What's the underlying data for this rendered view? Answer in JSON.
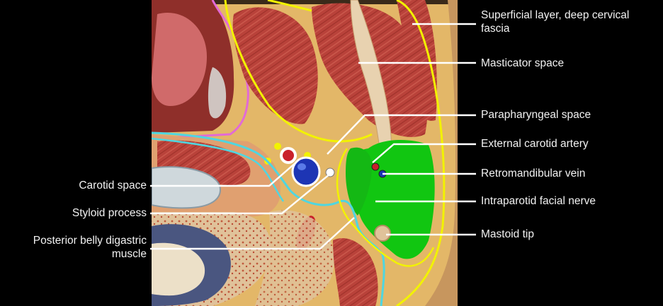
{
  "colors": {
    "background": "#000000",
    "subcutaneous_fat": "#e3b768",
    "muscle": "#b9423a",
    "fascia_outline": "#f2f200",
    "parotid_green": "#11c611",
    "jugular_blue": "#1d35b4",
    "carotid_red": "#c9202a",
    "cyan_line": "#4fd6e0",
    "pink_line": "#e26ad6",
    "leader_line": "#ffffff"
  },
  "labels_right": [
    {
      "id": "superficial",
      "lines": [
        "Superficial layer, deep cervical",
        "fascia"
      ]
    },
    {
      "id": "masticator",
      "lines": [
        "Masticator space"
      ]
    },
    {
      "id": "parapharyngeal",
      "lines": [
        "Parapharyngeal space"
      ]
    },
    {
      "id": "external-carotid",
      "lines": [
        "External carotid artery"
      ]
    },
    {
      "id": "retromandibular",
      "lines": [
        "Retromandibular vein"
      ]
    },
    {
      "id": "facial-nerve",
      "lines": [
        "Intraparotid facial nerve"
      ]
    },
    {
      "id": "mastoid",
      "lines": [
        "Mastoid tip"
      ]
    }
  ],
  "labels_left": [
    {
      "id": "carotid-space",
      "lines": [
        "Carotid space"
      ]
    },
    {
      "id": "styloid",
      "lines": [
        "Styloid process"
      ]
    },
    {
      "id": "digastric",
      "lines": [
        "Posterior belly digastric",
        "muscle"
      ]
    }
  ]
}
